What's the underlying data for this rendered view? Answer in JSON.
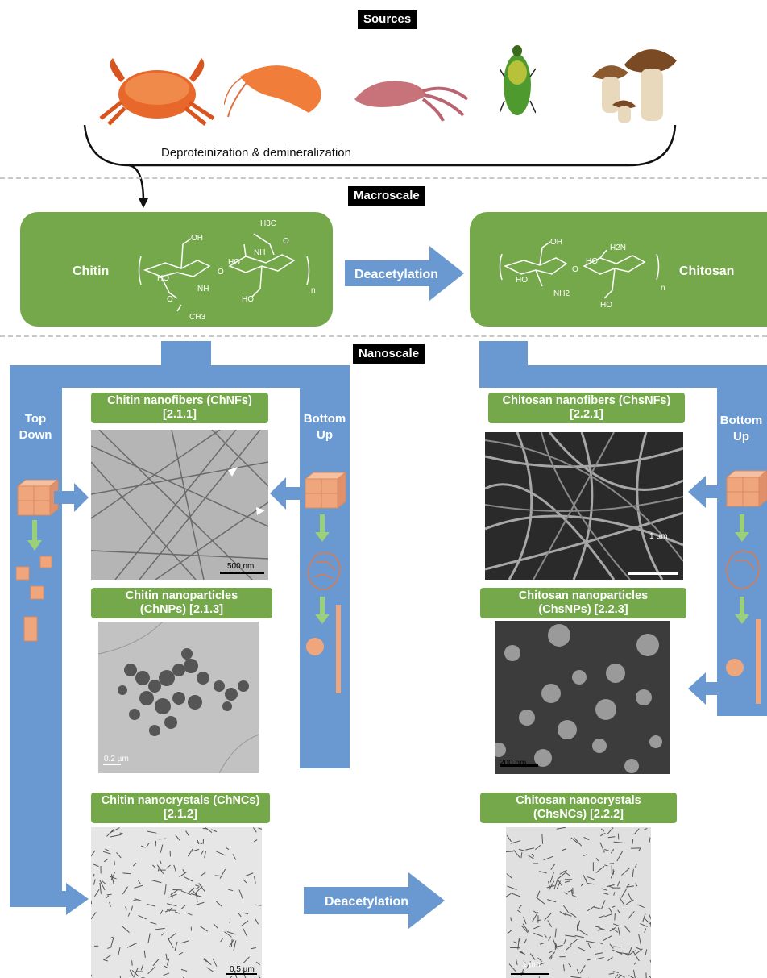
{
  "headers": {
    "sources": "Sources",
    "macroscale": "Macroscale",
    "nanoscale": "Nanoscale"
  },
  "sources": {
    "process_label": "Deproteinization & demineralization",
    "organisms": [
      "crab",
      "shrimp",
      "squid",
      "beetle",
      "mushroom"
    ]
  },
  "macro": {
    "chitin_label": "Chitin",
    "chitosan_label": "Chitosan",
    "deacetylation_label": "Deacetylation",
    "chitin_structure": {
      "oh_top": "OH",
      "ch3_top": "H3C",
      "o_carbonyl": "O",
      "nh": "NH",
      "ho1": "HO",
      "ho2": "HO",
      "o_link": "O",
      "nh2": "NH",
      "o_bottom": "O",
      "ch3_bottom": "CH3",
      "ho_bottom": "HO",
      "n": "n"
    },
    "chitosan_structure": {
      "oh_top": "OH",
      "h2n": "H2N",
      "ho1": "HO",
      "ho2": "HO",
      "nh2": "NH2",
      "o_link": "O",
      "ho_bottom": "HO",
      "n": "n"
    }
  },
  "nano": {
    "top_down": [
      "Top",
      "Down"
    ],
    "bottom_up": [
      "Bottom",
      "Up"
    ],
    "chitin_nanofibers": [
      "Chitin nanofibers (ChNFs)",
      "[2.1.1]"
    ],
    "chitin_nanoparticles": [
      "Chitin nanoparticles",
      "(ChNPs) [2.1.3]"
    ],
    "chitin_nanocrystals": [
      "Chitin nanocrystals (ChNCs)",
      "[2.1.2]"
    ],
    "chitosan_nanofibers": [
      "Chitosan nanofibers (ChsNFs)",
      "[2.2.1]"
    ],
    "chitosan_nanoparticles": [
      "Chitosan nanoparticles",
      "(ChsNPs) [2.2.3]"
    ],
    "chitosan_nanocrystals": [
      "Chitosan nanocrystals",
      "(ChsNCs) [2.2.2]"
    ],
    "deacetylation_label": "Deacetylation",
    "scales": {
      "chnf": "500 nm",
      "chnp": "0.2 µm",
      "chnc": "0.5 µm",
      "chsnf": "1 µm",
      "chsnp": "200 nm",
      "chsnc": "1 µm"
    }
  },
  "colors": {
    "green": "#74a84a",
    "blue": "#6999d0",
    "cube": "#f0a67c",
    "light_green_arrow": "#9bd07a"
  }
}
